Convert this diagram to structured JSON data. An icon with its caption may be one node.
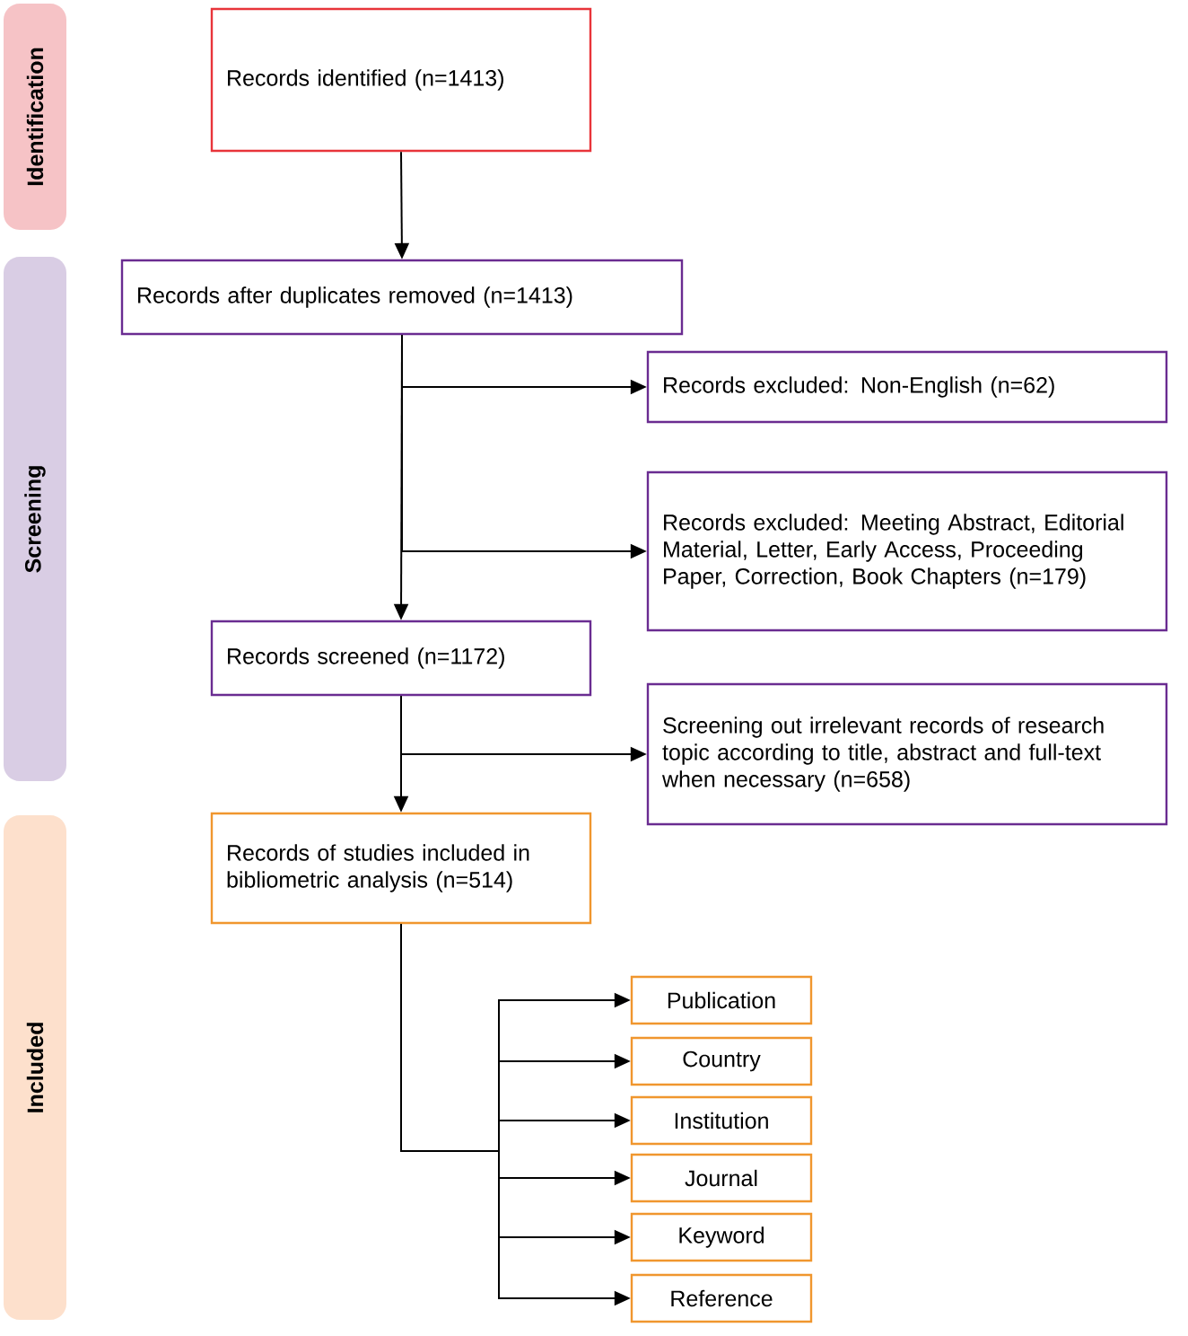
{
  "diagram": {
    "nodes": [
      {
        "text": [
          "Identification"
        ]
      },
      {
        "text": [
          "Screening"
        ]
      },
      {
        "text": [
          "Included"
        ]
      },
      {
        "text": [
          "Records identified (n=1413)"
        ]
      },
      {
        "text": [
          "Records after duplicates removed  (n=1413)"
        ]
      },
      {
        "text": [
          "Records excluded: Non-English (n=62)"
        ]
      },
      {
        "text": [
          "Records excluded: Meeting Abstract, Editorial Material, Letter, Early Access, Proceeding Paper, Correction, Book Chapters (n=179)"
        ]
      },
      {
        "text": [
          "Records screened (n=1172)"
        ]
      },
      {
        "text": [
          "Screening out irrelevant records of research topic according to title, abstract and full-text when necessary (n=658)"
        ]
      },
      {
        "text": [
          "Records of studies included in bibliometric analysis (n=514)"
        ]
      },
      {
        "text": [
          "Publication"
        ]
      },
      {
        "text": [
          "Country"
        ]
      },
      {
        "text": [
          "Institution"
        ]
      },
      {
        "text": [
          "Journal"
        ]
      },
      {
        "text": [
          "Keyword"
        ]
      },
      {
        "text": [
          "Reference"
        ]
      }
    ],
    "edges": [
      {
        "from": 3,
        "to": 4,
        "arrow": "to"
      },
      {
        "from": 4,
        "to": 5,
        "arrow": "to"
      },
      {
        "from": 4,
        "to": 6,
        "arrow": "to"
      },
      {
        "from": 4,
        "to": 7,
        "arrow": "to"
      },
      {
        "from": 7,
        "to": 8,
        "arrow": "to"
      },
      {
        "from": 7,
        "to": 9,
        "arrow": "to"
      },
      {
        "from": 9,
        "to": 10,
        "arrow": "to"
      },
      {
        "from": 9,
        "to": 11,
        "arrow": "to"
      },
      {
        "from": 9,
        "to": 12,
        "arrow": "to"
      },
      {
        "from": 9,
        "to": 13,
        "arrow": "to"
      },
      {
        "from": 9,
        "to": 14,
        "arrow": "to"
      },
      {
        "from": 9,
        "to": 15,
        "arrow": "to"
      }
    ]
  }
}
